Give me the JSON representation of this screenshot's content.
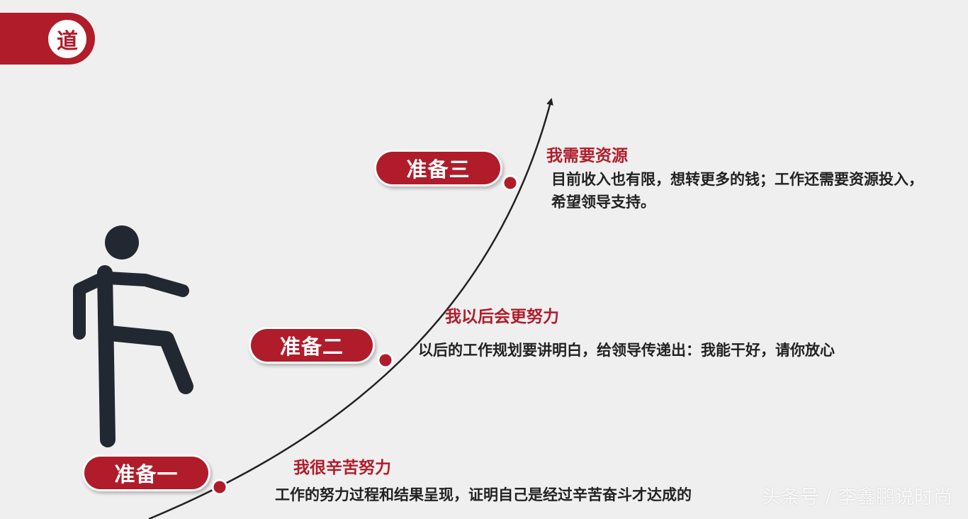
{
  "badge": {
    "text": "道"
  },
  "steps": [
    {
      "label": "准备一",
      "title": "我很辛苦努力",
      "desc": "工作的努力过程和结果呈现，证明自己是经过辛苦奋斗才达成的"
    },
    {
      "label": "准备二",
      "title": "我以后会更努力",
      "desc": "以后的工作规划要讲明白，给领导传递出：我能干好，请你放心"
    },
    {
      "label": "准备三",
      "title": "我需要资源",
      "desc": "目前收入也有限，想转更多的钱；工作还需要资源投入，希望领导支持。"
    }
  ],
  "watermark": "头条号 / 李鑫鹏说时尚",
  "colors": {
    "accent": "#b01c2a",
    "figure": "#222831",
    "background": "#efefef"
  },
  "figure_icon": "walking-person-icon"
}
